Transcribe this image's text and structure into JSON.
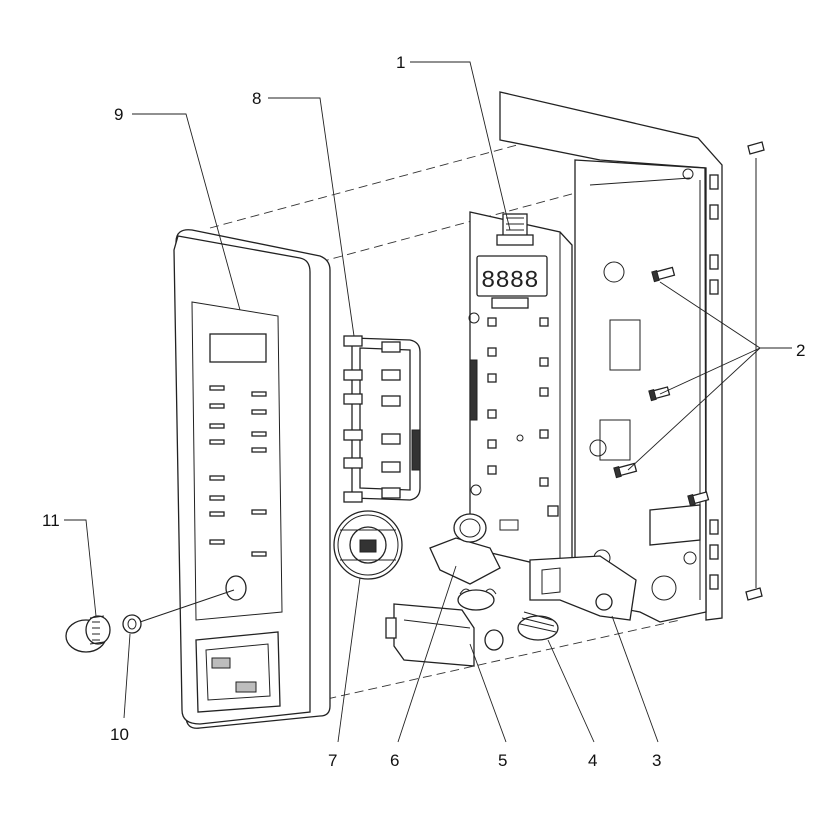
{
  "callouts": [
    {
      "id": "1",
      "text": "1"
    },
    {
      "id": "2",
      "text": "2"
    },
    {
      "id": "3",
      "text": "3"
    },
    {
      "id": "4",
      "text": "4"
    },
    {
      "id": "5",
      "text": "5"
    },
    {
      "id": "6",
      "text": "6"
    },
    {
      "id": "7",
      "text": "7"
    },
    {
      "id": "8",
      "text": "8"
    },
    {
      "id": "9",
      "text": "9"
    },
    {
      "id": "10",
      "text": "10"
    },
    {
      "id": "11",
      "text": "11"
    }
  ],
  "display": {
    "digits": "8888"
  }
}
